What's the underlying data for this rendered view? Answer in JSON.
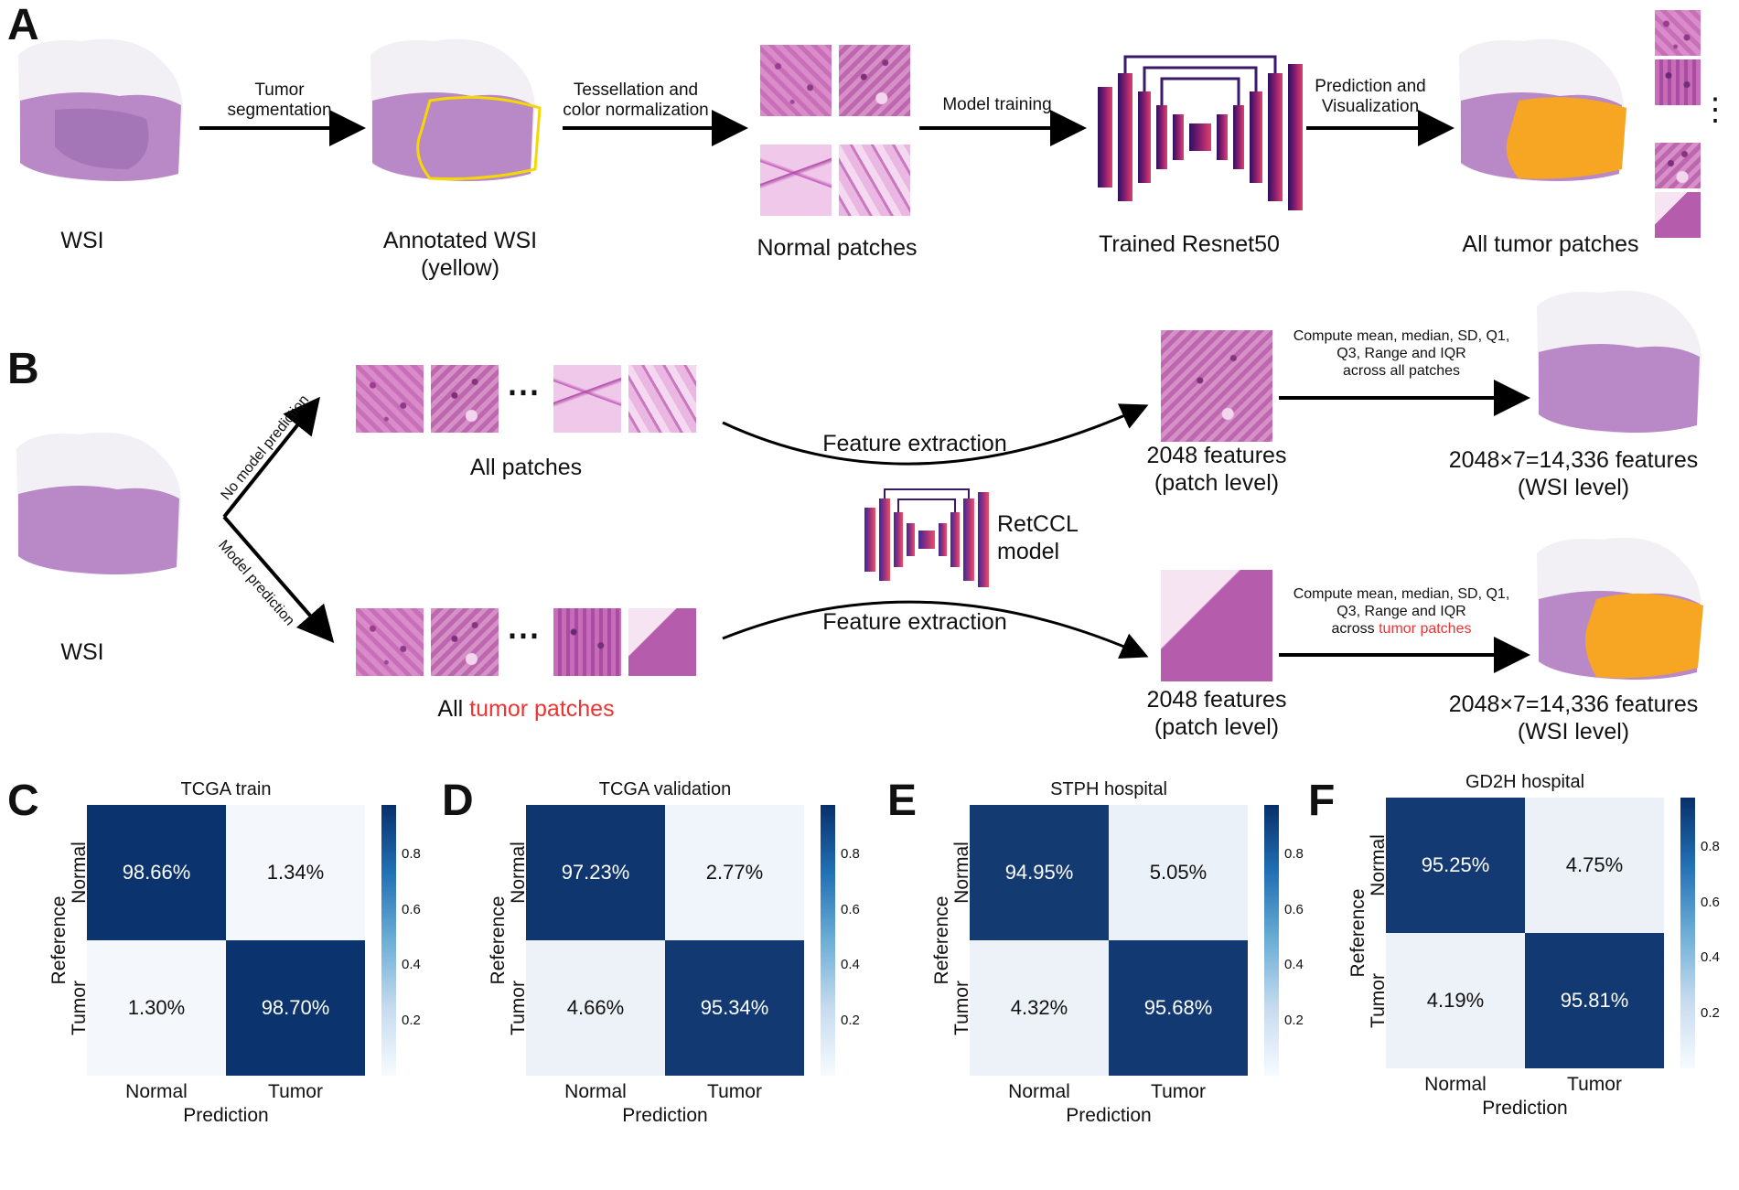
{
  "panels": {
    "A": "A",
    "B": "B",
    "C": "C",
    "D": "D",
    "E": "E",
    "F": "F"
  },
  "panelA": {
    "wsi_label": "WSI",
    "arrow1": "Tumor\nsegmentation",
    "annotated_label": "Annotated WSI\n(yellow)",
    "arrow2": "Tessellation and\ncolor normalization",
    "normal_label": "Normal patches",
    "arrow3": "Model training",
    "model_label": "Trained Resnet50",
    "arrow4": "Prediction and\nVisualization",
    "tumor_label": "All tumor patches",
    "ellipsis": "⋮"
  },
  "panelB": {
    "wsi_label": "WSI",
    "branch_up": "No model prediction",
    "branch_down": "Model prediction",
    "all_patches": "All patches",
    "all_tumor_prefix": "All ",
    "all_tumor_red": "tumor patches",
    "ellipsis": "⋯",
    "feat_extract_top": "Feature extraction",
    "feat_extract_bottom": "Feature extraction",
    "retccl": "RetCCL\nmodel",
    "patch_feats_top": "2048 features\n(patch level)",
    "patch_feats_bottom": "2048 features\n(patch level)",
    "compute_top": "Compute mean, median, SD, Q1,\nQ3, Range and IQR\nacross all patches",
    "compute_bottom_lines": "Compute mean, median, SD, Q1,\nQ3, Range and IQR",
    "compute_bottom_prefix": "across ",
    "compute_bottom_red": "tumor patches",
    "wsi_feats_top": "2048×7=14,336 features\n(WSI level)",
    "wsi_feats_bottom": "2048×7=14,336 features\n(WSI level)"
  },
  "colors": {
    "dark": "#08306b",
    "light": "#f7fbff",
    "yellow": "#f5d800",
    "orange": "#f6a623",
    "red": "#ee3333"
  },
  "chart_data": [
    {
      "type": "heatmap",
      "title": "TCGA train",
      "xlabel": "Prediction",
      "ylabel": "Reference",
      "x_categories": [
        "Normal",
        "Tumor"
      ],
      "y_categories": [
        "Normal",
        "Tumor"
      ],
      "cells": [
        [
          "98.66%",
          "1.34%"
        ],
        [
          "1.30%",
          "98.70%"
        ]
      ],
      "values": [
        [
          0.9866,
          0.0134
        ],
        [
          0.013,
          0.987
        ]
      ],
      "colorbar_ticks": [
        "0.2",
        "0.4",
        "0.6",
        "0.8"
      ]
    },
    {
      "type": "heatmap",
      "title": "TCGA validation",
      "xlabel": "Prediction",
      "ylabel": "Reference",
      "x_categories": [
        "Normal",
        "Tumor"
      ],
      "y_categories": [
        "Normal",
        "Tumor"
      ],
      "cells": [
        [
          "97.23%",
          "2.77%"
        ],
        [
          "4.66%",
          "95.34%"
        ]
      ],
      "values": [
        [
          0.9723,
          0.0277
        ],
        [
          0.0466,
          0.9534
        ]
      ],
      "colorbar_ticks": [
        "0.2",
        "0.4",
        "0.6",
        "0.8"
      ]
    },
    {
      "type": "heatmap",
      "title": "STPH hospital",
      "xlabel": "Prediction",
      "ylabel": "Reference",
      "x_categories": [
        "Normal",
        "Tumor"
      ],
      "y_categories": [
        "Normal",
        "Tumor"
      ],
      "cells": [
        [
          "94.95%",
          "5.05%"
        ],
        [
          "4.32%",
          "95.68%"
        ]
      ],
      "values": [
        [
          0.9495,
          0.0505
        ],
        [
          0.0432,
          0.9568
        ]
      ],
      "colorbar_ticks": [
        "0.2",
        "0.4",
        "0.6",
        "0.8"
      ]
    },
    {
      "type": "heatmap",
      "title": "GD2H hospital",
      "xlabel": "Prediction",
      "ylabel": "Reference",
      "x_categories": [
        "Normal",
        "Tumor"
      ],
      "y_categories": [
        "Normal",
        "Tumor"
      ],
      "cells": [
        [
          "95.25%",
          "4.75%"
        ],
        [
          "4.19%",
          "95.81%"
        ]
      ],
      "values": [
        [
          0.9525,
          0.0475
        ],
        [
          0.0419,
          0.9581
        ]
      ],
      "colorbar_ticks": [
        "0.2",
        "0.4",
        "0.6",
        "0.8"
      ]
    }
  ]
}
